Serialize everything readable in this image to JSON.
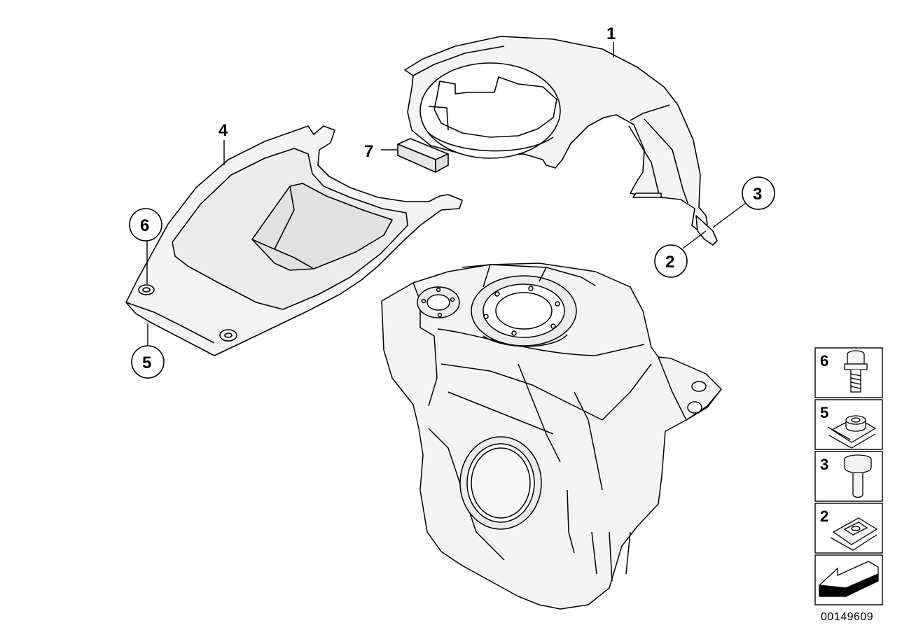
{
  "callouts": {
    "c1": "1",
    "c2": "2",
    "c3": "3",
    "c4": "4",
    "c5": "5",
    "c6": "6",
    "c7": "7"
  },
  "legend": {
    "items": [
      {
        "label": "6",
        "icon": "bolt-icon"
      },
      {
        "label": "5",
        "icon": "clip-nut-icon"
      },
      {
        "label": "3",
        "icon": "rubber-buffer-icon"
      },
      {
        "label": "2",
        "icon": "spring-nut-icon"
      }
    ],
    "nav_icon": "back-arrow-icon"
  },
  "document_number": "00149609",
  "colors": {
    "line": "#000000",
    "part_fill": "#f4f4f4",
    "background": "#ffffff"
  }
}
